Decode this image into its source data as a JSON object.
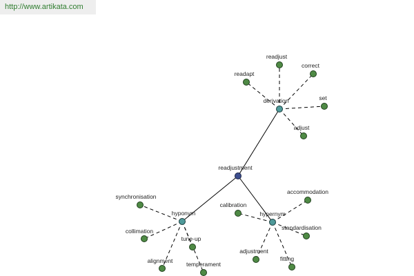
{
  "header": {
    "url": "http://www.artikata.com"
  },
  "graph": {
    "root": "readjustment",
    "relations": [
      {
        "label": "derivation",
        "terms": [
          "readjust",
          "correct",
          "readapt",
          "set",
          "adjust"
        ]
      },
      {
        "label": "hyponym",
        "terms": [
          "synchronisation",
          "collimation",
          "tune-up",
          "alignment",
          "temperament"
        ]
      },
      {
        "label": "hypernym",
        "terms": [
          "calibration",
          "accommodation",
          "standardisation",
          "adjustment",
          "fitting"
        ]
      }
    ]
  },
  "colors": {
    "leaf": "#4f8a45",
    "relation": "#4f9a9a",
    "root": "#3d4f8f"
  }
}
